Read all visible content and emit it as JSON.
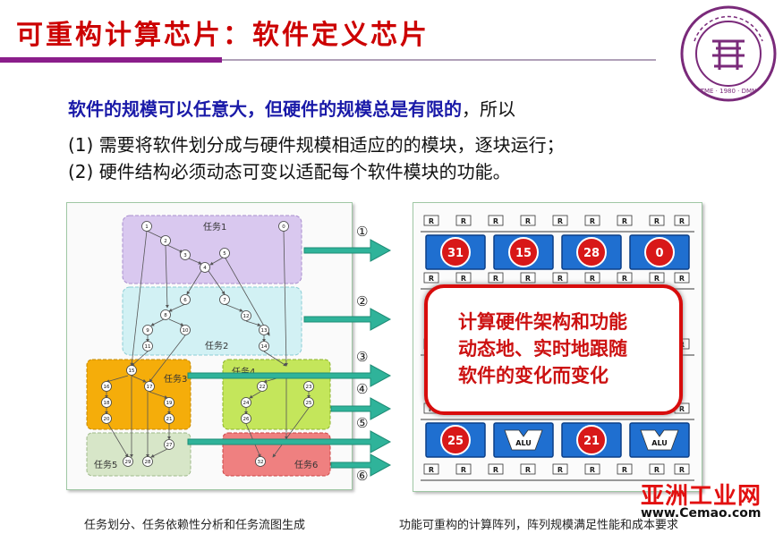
{
  "slide": {
    "title": "可重构计算芯片：软件定义芯片",
    "line1_bold": "软件的规模可以任意大，但硬件的规模总是有限的",
    "line1_rest": "，所以",
    "line2": "(1) 需要将软件划分成与硬件规模相适应的的模块，逐块运行；",
    "line3": "(2) 硬件结构必须动态可变以适配每个软件模块的功能。"
  },
  "left_diagram": {
    "tasks": [
      {
        "label": "任务1",
        "color": "#d9c8ef"
      },
      {
        "label": "任务2",
        "color": "#d2f1f4"
      },
      {
        "label": "任务3",
        "color": "#f5ad0a"
      },
      {
        "label": "任务4",
        "color": "#c4e65b"
      },
      {
        "label": "任务5",
        "color": "#d7e6c8"
      },
      {
        "label": "任务6",
        "color": "#ef8080"
      }
    ],
    "node_labels": [
      "1",
      "2",
      "0",
      "3",
      "5",
      "4",
      "6",
      "7",
      "8",
      "9",
      "10",
      "11",
      "12",
      "13",
      "14",
      "15",
      "16",
      "17",
      "18",
      "19",
      "20",
      "21",
      "22",
      "23",
      "24",
      "25",
      "26",
      "27",
      "28",
      "29",
      "32"
    ]
  },
  "steps": [
    "①",
    "②",
    "③",
    "④",
    "⑤",
    "⑥"
  ],
  "right_array": {
    "router_label": "R",
    "top_pes": [
      "31",
      "15",
      "28",
      "0"
    ],
    "bottom_pes": [
      "25",
      "ALU",
      "21",
      "ALU"
    ],
    "overlay_lines": [
      "计算硬件架构和功能",
      "动态地、实时地跟随",
      "软件的变化而变化"
    ]
  },
  "captions": {
    "left": "任务划分、任务依赖性分析和任务流图生成",
    "right": "功能可重构的计算阵列，阵列规模满足性能和成本要求"
  },
  "logo": {
    "text": "TME · 1980 · DMN"
  },
  "watermark": {
    "big": "亚洲工业网",
    "small": "www.Cemao.com"
  }
}
